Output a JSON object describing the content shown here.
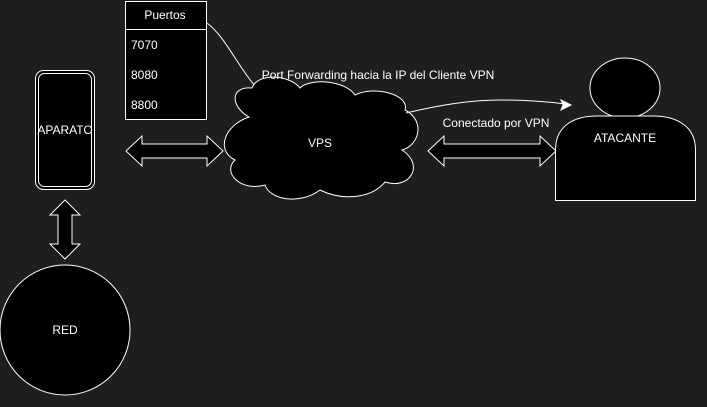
{
  "colors": {
    "background": "#1e1e1e",
    "shape_fill": "#000000",
    "stroke": "#ffffff",
    "text": "#ffffff"
  },
  "ports_table": {
    "header": "Puertos",
    "rows": [
      "7070",
      "8080",
      "8800"
    ]
  },
  "nodes": {
    "device": "APARATO",
    "network": "RED",
    "vps": "VPS",
    "attacker": "ATACANTE"
  },
  "edges": {
    "port_forwarding": "Port Forwarding hacia la IP del Cliente VPN",
    "vpn_connection": "Conectado por VPN"
  }
}
